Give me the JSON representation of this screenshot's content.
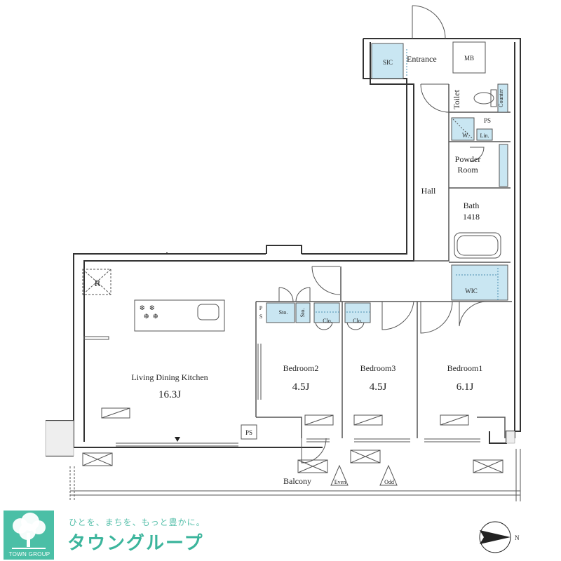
{
  "rooms": {
    "entrance": "Entrance",
    "sic": "SIC",
    "mb": "MB",
    "toilet": "Toilet",
    "counter": "Counter",
    "ps_hall": "PS",
    "washer": "W.",
    "linen": "Lin.",
    "powder_room_line1": "Powder",
    "powder_room_line2": "Room",
    "hall": "Hall",
    "bath_line1": "Bath",
    "bath_line2": "1418",
    "wic": "WIC",
    "refrigerator": "R",
    "ldk_name": "Living Dining Kitchen",
    "ldk_size": "16.3J",
    "ps_left_line1": "P",
    "ps_left_line2": "S",
    "storage_1": "Sto.",
    "storage_2": "Sto.",
    "closet_1": "Clo.",
    "closet_2": "Clo.",
    "bedroom2_name": "Bedroom2",
    "bedroom2_size": "4.5J",
    "bedroom3_name": "Bedroom3",
    "bedroom3_size": "4.5J",
    "bedroom1_name": "Bedroom1",
    "bedroom1_size": "6.1J",
    "ps_lower": "PS",
    "balcony": "Balcony",
    "even": "Even",
    "odd": "Odd"
  },
  "compass": {
    "north_label": "N"
  },
  "footer": {
    "logo_name": "TOWN GROUP",
    "tagline": "ひとを、まちを、もっと豊かに。",
    "brand": "タウングループ"
  },
  "colors": {
    "storage_fill": "#c9e6f2",
    "wall": "#333333",
    "brand_green": "#4bbfa6"
  }
}
